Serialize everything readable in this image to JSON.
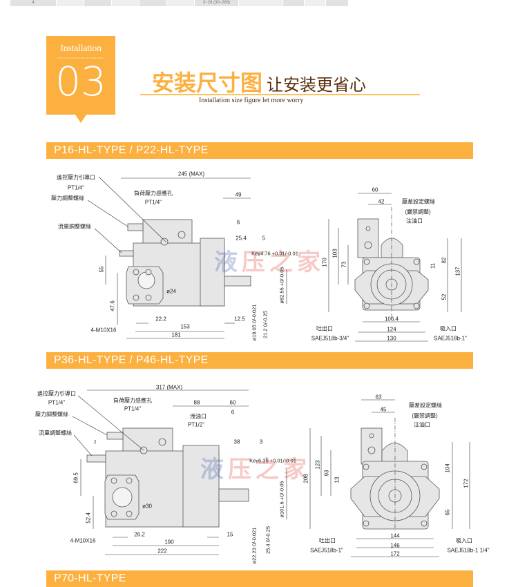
{
  "top_strip": {
    "cells": [
      "4",
      "",
      "",
      "",
      "",
      "",
      "3~28 (30~286)",
      "",
      "",
      "",
      ""
    ]
  },
  "badge": {
    "label": "Installation",
    "tiny_text": "INSTALLATION SIZE FIGURE LET MORE WORRY",
    "number": "03"
  },
  "header": {
    "title_main": "安装尺寸图",
    "title_sub": "让安装更省心",
    "subtitle": "Installation size figure let more worry"
  },
  "colors": {
    "accent": "#fbb040",
    "brown": "#5a2e0e",
    "body_gray": "#e6e6e6"
  },
  "watermark": "液压之家",
  "sections": [
    {
      "title": "P16-HL-TYPE / P22-HL-TYPE",
      "side": {
        "max_length": "245 (MAX)",
        "remote_port": "遙控壓力引導口",
        "remote_port_size": "PT1/4\"",
        "pressure_screw": "壓力調整螺絲",
        "load_port": "負荷壓力感應孔",
        "load_port_size": "PT1/4\"",
        "flow_screw": "流量調整螺絲",
        "d49": "49",
        "d6": "6",
        "d25_4": "25.4",
        "d5": "5",
        "key": "Key4.76 +0.01/-0.01",
        "d55": "55",
        "port_dia": "ø24",
        "pilot_dia": "ø82.55 +0/-0.05",
        "d47_6": "47.6",
        "d22_2": "22.2",
        "d12_5": "12.5",
        "d153": "153",
        "d181": "181",
        "bolts": "4-M10X16",
        "shaft_dia": "ø19.05 0/-0.021",
        "shaft_h": "21.2 0/-0.25"
      },
      "front": {
        "d60": "60",
        "d42": "42",
        "diff_screw": "壓差設定螺絲",
        "no_adjust": "(嚴禁調整)",
        "fill_port": "注油口",
        "d170": "170",
        "d103": "103",
        "d73": "73",
        "d82": "82",
        "d11": "11",
        "d137": "137",
        "d52": "52",
        "d106_4": "106.4",
        "d124": "124",
        "d130": "130",
        "outlet": "吐出口",
        "outlet_spec": "SAEJ518b-3/4\"",
        "inlet": "吸入口",
        "inlet_spec": "SAEJ518b-1\""
      }
    },
    {
      "title": "P36-HL-TYPE / P46-HL-TYPE",
      "side": {
        "max_length": "317 (MAX)",
        "remote_port": "遙控壓力引導口",
        "remote_port_size": "PT1/4\"",
        "pressure_screw": "壓力調整螺絲",
        "flow_screw": "流量調整螺絲",
        "load_port": "負荷壓力感應孔",
        "load_port_size": "PT1/4\"",
        "d88": "88",
        "d60": "60",
        "d6": "6",
        "drain": "洩油口",
        "drain_size": "PT1/2\"",
        "d38": "38",
        "d3": "3",
        "l": "ℓ",
        "key": "Key6.35 +0.01/-0.01",
        "d69_5": "69.5",
        "port_dia": "ø30",
        "pilot_dia": "ø101.6 +0/-0.05",
        "d52_4": "52.4",
        "d26_2": "26.2",
        "d15": "15",
        "d190": "190",
        "d222": "222",
        "bolts": "4-M10X16",
        "shaft_dia": "ø22.23 0/-0.021",
        "shaft_h": "25.4 0/-0.25"
      },
      "front": {
        "d63": "63",
        "d45": "45",
        "diff_screw": "壓差設定螺絲",
        "no_adjust": "(嚴禁調整)",
        "fill_port": "注油口",
        "d208": "208",
        "d123": "123",
        "d93": "93",
        "d13": "13",
        "d104": "104",
        "d172v": "172",
        "d65": "65",
        "d144": "144",
        "d146": "146",
        "d172": "172",
        "outlet": "吐出口",
        "outlet_spec": "SAEJ518b-1\"",
        "inlet": "吸入口",
        "inlet_spec": "SAEJ518b-1 1/4\""
      }
    },
    {
      "title": "P70-HL-TYPE"
    }
  ]
}
